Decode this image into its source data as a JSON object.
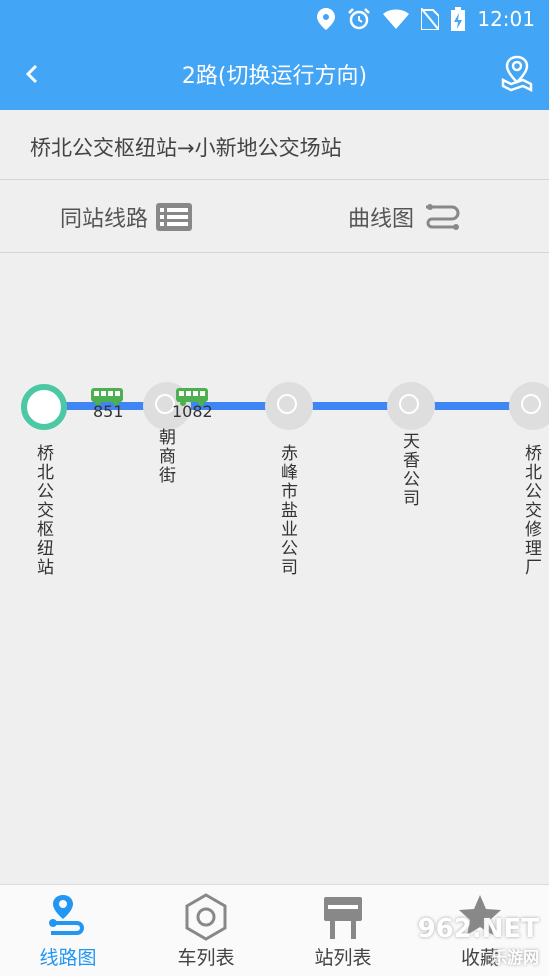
{
  "status_bar": {
    "time": "12:01",
    "icons": [
      "location-icon",
      "alarm-icon",
      "wifi-icon",
      "no-sim-icon",
      "battery-charging-icon"
    ]
  },
  "header": {
    "title": "2路(切换运行方向)",
    "back_icon": "back-chevron-icon",
    "map_icon": "map-pin-icon"
  },
  "direction": {
    "from": "桥北公交枢纽站",
    "arrow": "→",
    "to": "小新地公交场站"
  },
  "toolbar": {
    "same_station_label": "同站线路",
    "curve_label": "曲线图"
  },
  "stops": [
    {
      "name": "桥北公交枢纽站"
    },
    {
      "name": "朝商街"
    },
    {
      "name": "赤峰市盐业公司"
    },
    {
      "name": "天香公司"
    },
    {
      "name": "桥北公交修理厂"
    }
  ],
  "buses": [
    {
      "number": "851"
    },
    {
      "number": "1082"
    }
  ],
  "colors": {
    "primary": "#42a5f5",
    "line": "#3f86f4",
    "first_stop": "#4cc9a4",
    "bus": "#4caf50"
  },
  "tabs": [
    {
      "label": "线路图",
      "icon": "route-icon",
      "active": true
    },
    {
      "label": "车列表",
      "icon": "bus-list-icon"
    },
    {
      "label": "站列表",
      "icon": "station-list-icon"
    },
    {
      "label": "收藏",
      "icon": "star-icon"
    }
  ],
  "watermark": {
    "main": "962.NET",
    "sub": "乐游网"
  }
}
